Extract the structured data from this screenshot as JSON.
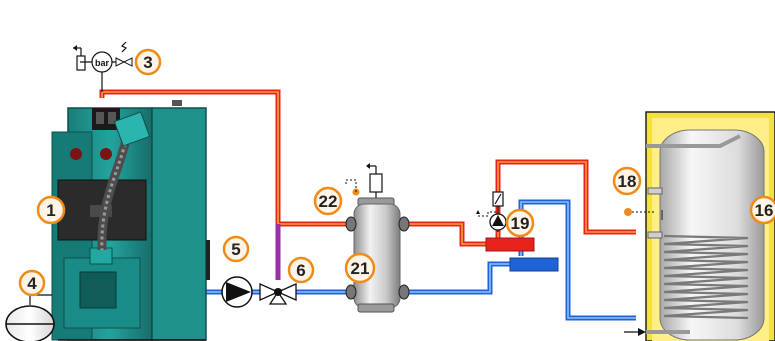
{
  "diagram": {
    "labels": {
      "boiler": "1",
      "safety_group": "3",
      "expansion_vessel": "4",
      "pump": "5",
      "mixing_valve": "6",
      "tank": "16",
      "tank_sensor": "18",
      "dhw_pump": "19",
      "separator": "21",
      "separator_sensor": "22"
    },
    "gauge_text": "bar"
  },
  "colors": {
    "boiler": "#1a8c87",
    "pipe_hot": "#e8231e",
    "pipe_cold": "#1f63d6",
    "tank_jacket": "#f3e23a",
    "badge_ring": "#f08a1a"
  }
}
